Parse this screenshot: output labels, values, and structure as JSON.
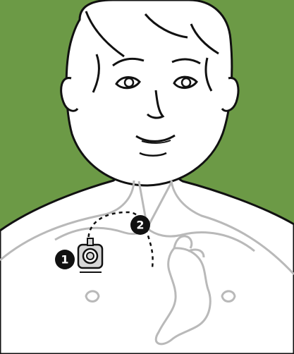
{
  "colors": {
    "background": "#6c9a46",
    "outline": "#111111",
    "skin": "#ffffff",
    "anatomy_line": "#b9b9b9",
    "marker_fill": "#111111",
    "marker_text": "#ffffff",
    "device_fill": "#d7d7d7"
  },
  "markers": [
    {
      "label": "1",
      "icon": "electrode-pad-icon"
    },
    {
      "label": "2",
      "icon": "lead-wire-icon"
    }
  ],
  "icons": {
    "device": "electrode-pad-icon",
    "heart": "heart-outline-icon",
    "child": "child-torso-illustration"
  }
}
